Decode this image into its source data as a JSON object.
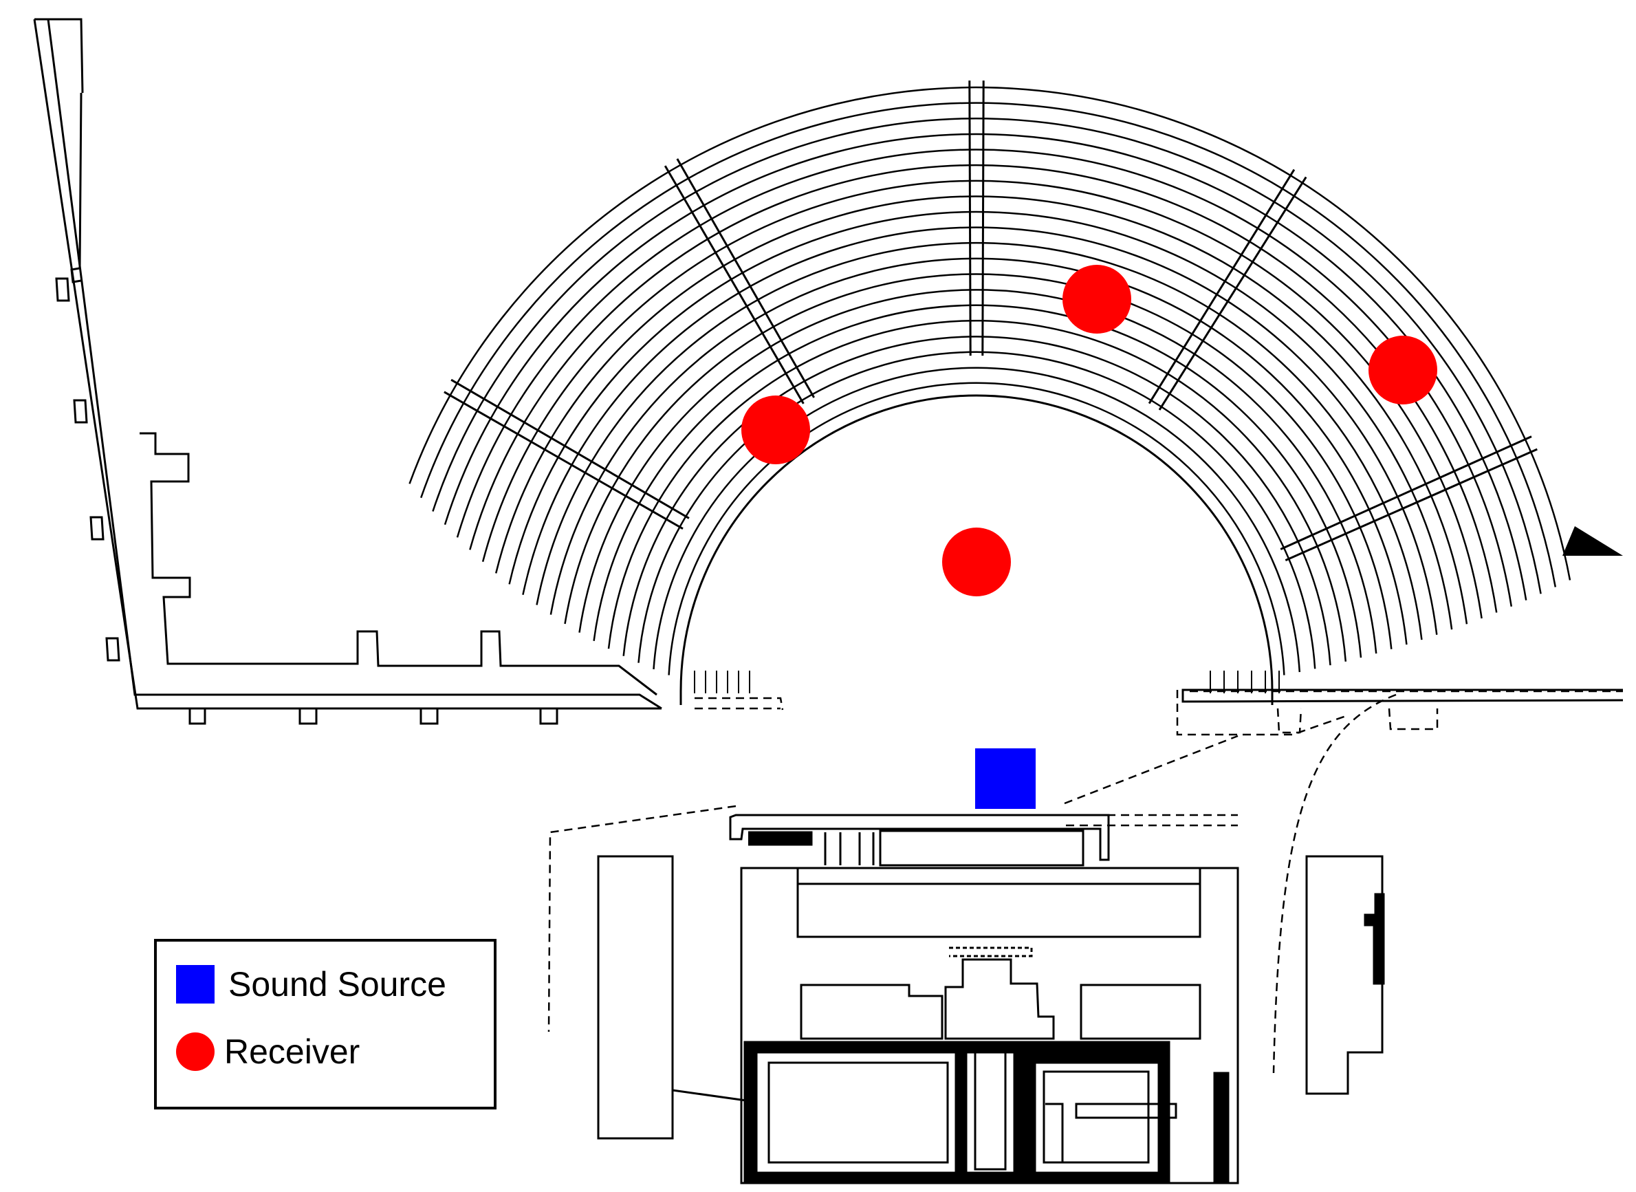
{
  "legend": {
    "items": [
      {
        "label": "Sound Source",
        "shape": "square",
        "color": "#0000ff"
      },
      {
        "label": "Receiver",
        "shape": "circle",
        "color": "#ff0000"
      }
    ]
  },
  "colors": {
    "line": "#000000",
    "background": "#ffffff",
    "source": "#0000ff",
    "receiver": "#ff0000"
  },
  "markers": {
    "sound_source_count": 1,
    "receiver_count": 4
  }
}
